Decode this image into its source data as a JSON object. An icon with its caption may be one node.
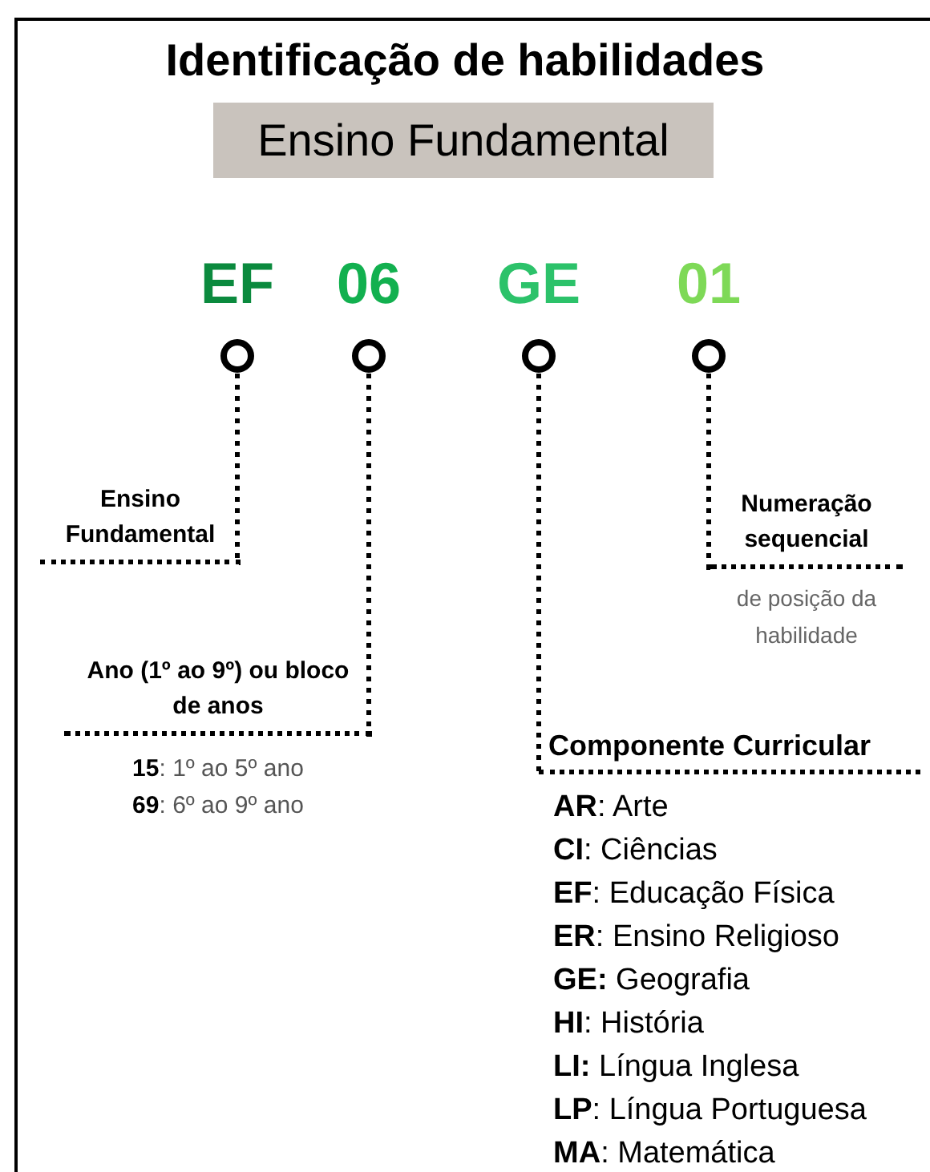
{
  "diagram": {
    "title": "Identificação de habilidades",
    "nodes": [
      {
        "text": [
          "Ensino Fundamental"
        ]
      },
      {
        "text": [],
        "shape": "circle",
        "beside": [
          "EF"
        ]
      },
      {
        "text": [],
        "shape": "circle",
        "beside": [
          "06"
        ]
      },
      {
        "text": [],
        "shape": "circle",
        "beside": [
          "GE"
        ]
      },
      {
        "text": [],
        "shape": "circle",
        "beside": [
          "01"
        ]
      },
      {
        "text": [
          "Ensino Fundamental"
        ]
      },
      {
        "text": [
          "Ano (1º ao 9º) ou bloco de anos"
        ],
        "beside": [
          "**15**: 1º ao 5º ano",
          "**69**: 6º ao 9º ano"
        ]
      },
      {
        "text": [
          "Componente Curricular"
        ],
        "beside": [
          "**AR**: Arte",
          "**CI**: Ciências",
          "**EF**: Educação Física",
          "**ER**: Ensino Religioso",
          "**GE:** Geografia",
          "**HI**: História",
          "**LI:** Língua Inglesa",
          "**LP**: Língua Portuguesa",
          "**MA**: Matemática"
        ]
      },
      {
        "text": [
          "Numeração sequencial"
        ],
        "beside": [
          "de posição da habilidade"
        ]
      }
    ],
    "edges": [
      {
        "from": 1,
        "to": 5,
        "arrow": "none"
      },
      {
        "from": 2,
        "to": 6,
        "arrow": "none"
      },
      {
        "from": 3,
        "to": 7,
        "arrow": "none"
      },
      {
        "from": 4,
        "to": 8,
        "arrow": "none"
      }
    ]
  }
}
